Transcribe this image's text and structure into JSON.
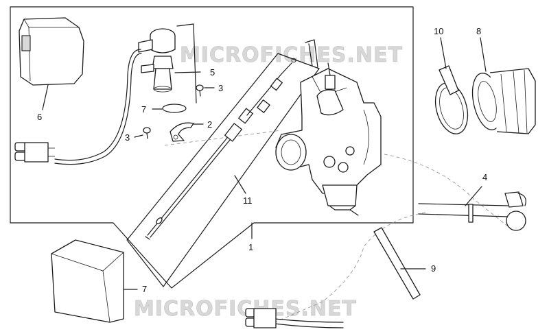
{
  "watermarks": [
    "MICROFICHES.NET",
    "MICROFICHES.NET"
  ],
  "labels": {
    "l1": "1",
    "l2": "2",
    "l3a": "3",
    "l3b": "3",
    "l4": "4",
    "l5": "5",
    "l6": "6",
    "l7a": "7",
    "l7b": "7",
    "l8": "8",
    "l9": "9",
    "l10": "10",
    "l11": "11"
  },
  "colors": {
    "line": "#1a1a1a",
    "watermark": "#d8d8d8",
    "background": "#ffffff"
  }
}
